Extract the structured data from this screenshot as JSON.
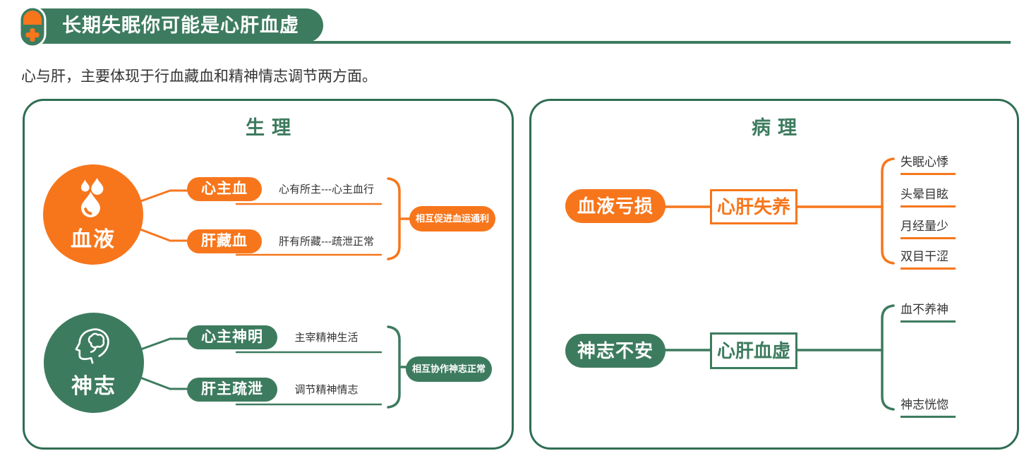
{
  "colors": {
    "accent_orange": "#F7761C",
    "accent_green": "#3D7B5F",
    "panel_border_green": "#2F6E53",
    "body_text": "#333333"
  },
  "header": {
    "title": "长期失眠你可能是心肝血虚",
    "icon": "capsule-icon"
  },
  "intro": {
    "text": "心与肝，主要体现于行血藏血和精神情志调节两方面。"
  },
  "physiology": {
    "title": "生理",
    "blood": {
      "label": "血液",
      "icon": "blood-drops-icon",
      "theme": "orange",
      "branches": [
        {
          "pill": "心主血",
          "note": "心有所主---心主血行"
        },
        {
          "pill": "肝藏血",
          "note": "肝有所藏---疏泄正常"
        }
      ],
      "conclusion": "相互促进血运通利"
    },
    "mind": {
      "label": "神志",
      "icon": "head-mind-icon",
      "theme": "green",
      "branches": [
        {
          "pill": "心主神明",
          "note": "主宰精神生活"
        },
        {
          "pill": "肝主疏泄",
          "note": "调节精神情志"
        }
      ],
      "conclusion": "相互协作神志正常"
    }
  },
  "pathology": {
    "title": "病理",
    "rows": [
      {
        "cause": "血液亏损",
        "result": "心肝失养",
        "theme": "orange",
        "symptoms": [
          "失眠心悸",
          "头晕目眩",
          "月经量少",
          "双目干涩"
        ]
      },
      {
        "cause": "神志不安",
        "result": "心肝血虚",
        "theme": "green",
        "symptoms": [
          "血不养神",
          "神志恍惚"
        ]
      }
    ]
  }
}
